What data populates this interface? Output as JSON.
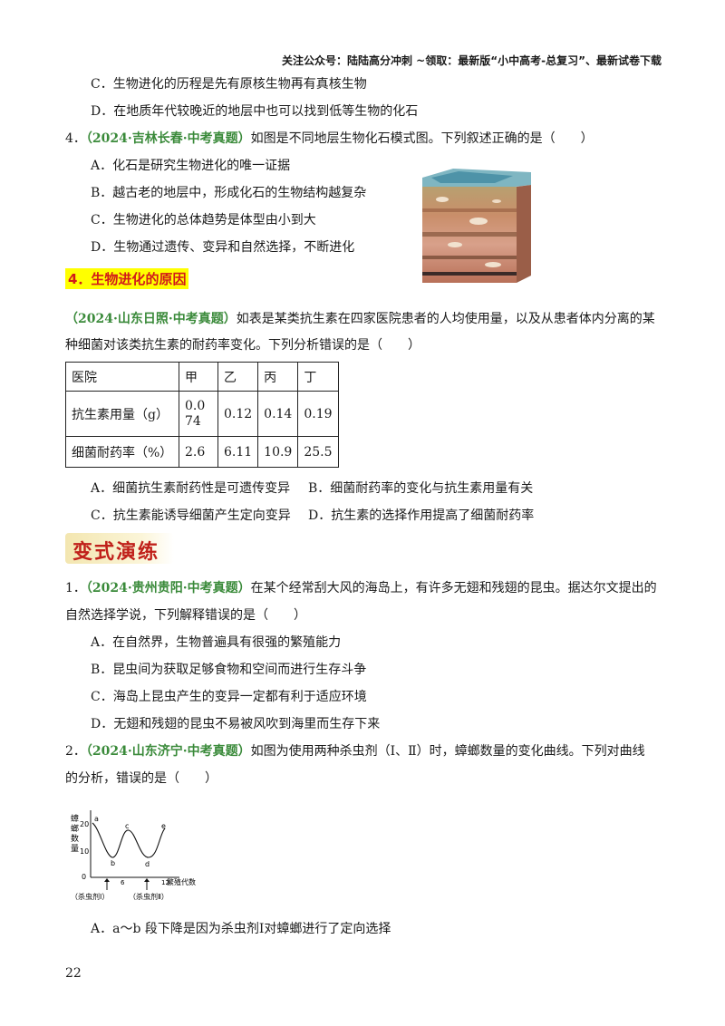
{
  "header": "关注公众号：陆陆高分冲刺 ~领取：最新版“小中高考-总复习”、最新试卷下载",
  "prev_options": [
    "C．生物进化的历程是先有原核生物再有真核生物",
    "D．在地质年代较晚近的地层中也可以找到低等生物的化石"
  ],
  "q4": {
    "number": "4．",
    "source": "（2024·吉林长春·中考真题）",
    "stem": "如图是不同地层生物化石模式图。下列叙述正确的是（　　）",
    "options": [
      "A．化石是研究生物进化的唯一证据",
      "B．越古老的地层中，形成化石的生物结构越复杂",
      "C．生物进化的总体趋势是体型由小到大",
      "D．生物通过遗传、变异和自然选择，不断进化"
    ]
  },
  "section4_title": "4．生物进化的原因",
  "q_table": {
    "source": "（2024·山东日照·中考真题）",
    "stem_line1": "如表是某类抗生素在四家医院患者的人均使用量，以及从患者体内分离的某",
    "stem_line2": "种细菌对该类抗生素的耐药率变化。下列分析错误的是（　　）",
    "table": {
      "header": [
        "医院",
        "甲",
        "乙",
        "丙",
        "丁"
      ],
      "rows": [
        [
          "抗生素用量（g）",
          "0.074",
          "0.12",
          "0.14",
          "0.19"
        ],
        [
          "细菌耐药率（%）",
          "2.6",
          "6.11",
          "10.9",
          "25.5"
        ]
      ]
    },
    "options": [
      "A．细菌抗生素耐药性是可遗传变异",
      "B．细菌耐药率的变化与抗生素用量有关",
      "C．抗生素能诱导细菌产生定向变异",
      "D．抗生素的选择作用提高了细菌耐药率"
    ]
  },
  "banner": "变式演练",
  "v1": {
    "number": "1．",
    "source": "（2024·贵州贵阳·中考真题）",
    "stem_line1": "在某个经常刮大风的海岛上，有许多无翅和残翅的昆虫。据达尔文提出的",
    "stem_line2": "自然选择学说，下列解释错误的是（　　）",
    "options": [
      "A．在自然界，生物普遍具有很强的繁殖能力",
      "B．昆虫间为获取足够食物和空间而进行生存斗争",
      "C．海岛上昆虫产生的变异一定都有利于适应环境",
      "D．无翅和残翅的昆虫不易被风吹到海里而生存下来"
    ]
  },
  "v2": {
    "number": "2．",
    "source": "（2024·山东济宁·中考真题）",
    "stem_line1": "如图为使用两种杀虫剂（Ⅰ、Ⅱ）时，蟑螂数量的变化曲线。下列对曲线",
    "stem_line2": "的分析，错误的是（　　）",
    "chart": {
      "ylabel": "蟑螂数量",
      "xlabel": "繁殖代数",
      "yticks": [
        "20",
        "10",
        "0"
      ],
      "xticks": [
        "6",
        "12"
      ],
      "points": [
        "a",
        "b",
        "c",
        "d",
        "e"
      ],
      "arrow_labels": [
        "（杀虫剂Ⅰ）",
        "（杀虫剂Ⅱ）"
      ]
    },
    "optionA": "A．a～b 段下降是因为杀虫剂Ⅰ对蟑螂进行了定向选择"
  },
  "page_number": "22"
}
